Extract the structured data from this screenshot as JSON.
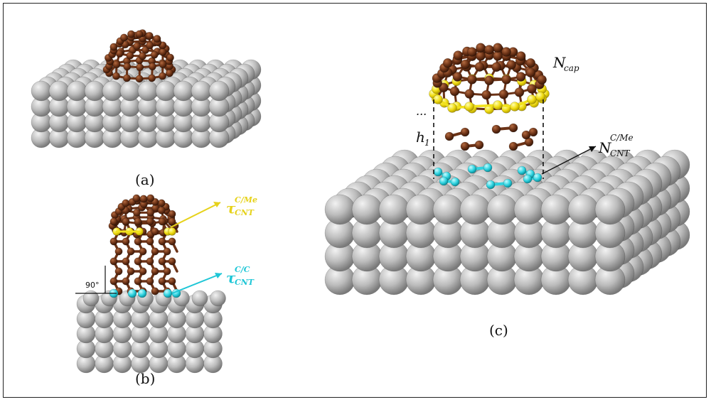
{
  "figure": {
    "panel_a": {
      "label": "(a)"
    },
    "panel_b": {
      "label": "(b)",
      "angle_label": "90°",
      "tau_cme_symbol": "τ",
      "tau_cme_sup": "C/Me",
      "tau_cme_sub": "CNT",
      "tau_cc_symbol": "τ",
      "tau_cc_sup": "C/C",
      "tau_cc_sub": "CNT"
    },
    "panel_c": {
      "label": "(c)",
      "ncap_symbol": "N",
      "ncap_sub": "cap",
      "h1_symbol": "h",
      "h1_sub": "1",
      "ellipsis": "...",
      "ncnt_symbol": "N",
      "ncnt_sup": "C/Me",
      "ncnt_sub": "CNT"
    }
  },
  "colors": {
    "metal": "#b8b8b8",
    "carbon": "#6b3216",
    "interface_metal_bond": "#f2e21c",
    "interface_carbon_bond": "#2fd3e0",
    "frame": "#222222"
  }
}
